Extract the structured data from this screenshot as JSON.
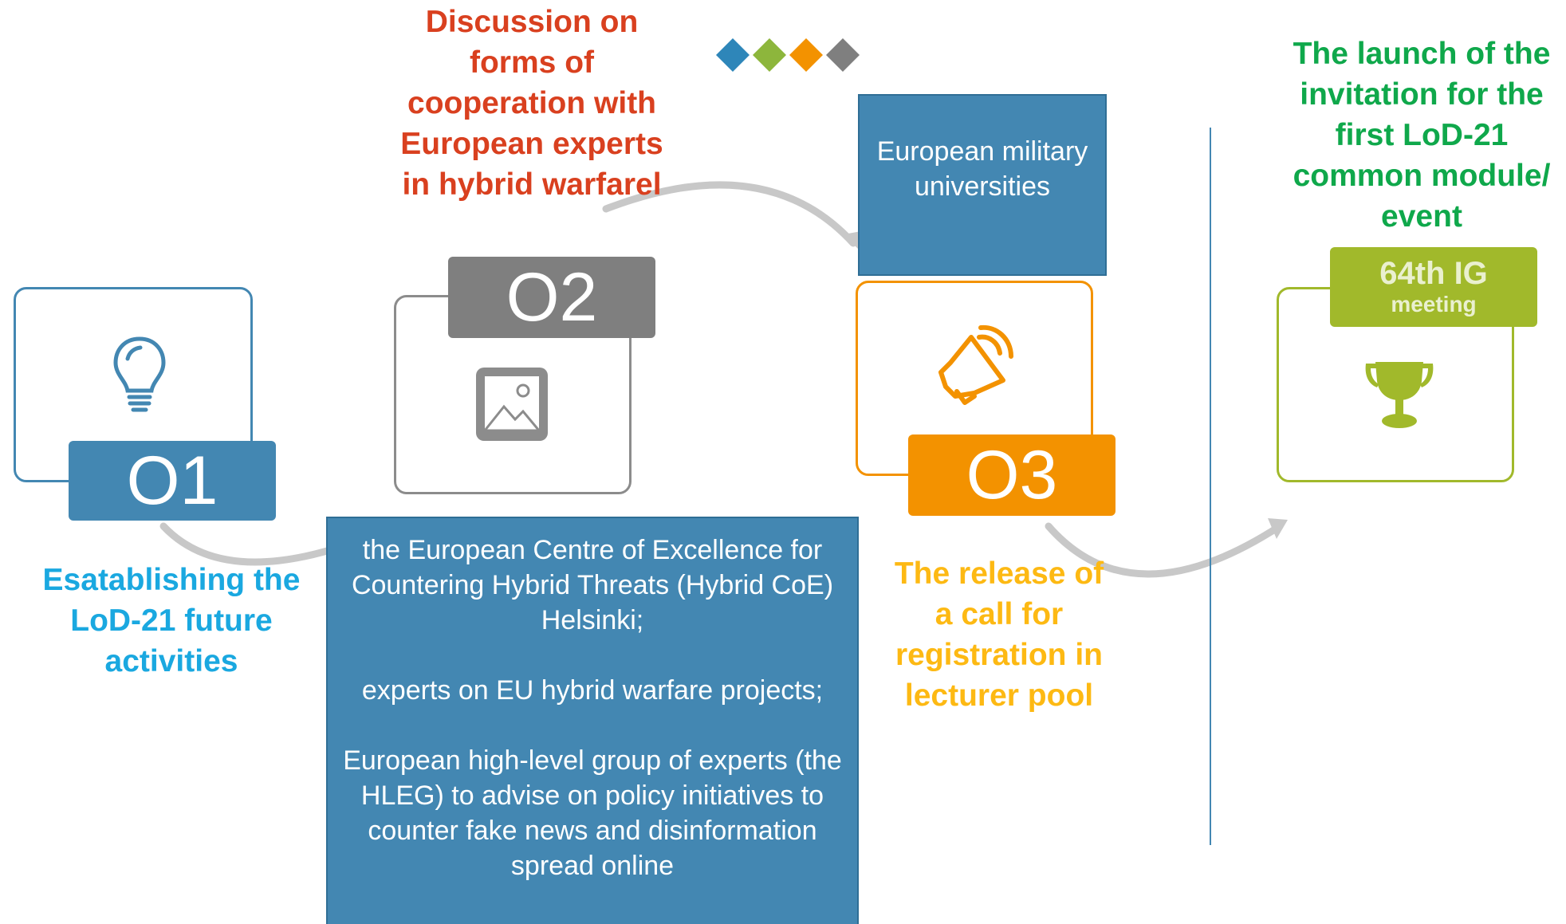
{
  "colors": {
    "blue": "#4387B2",
    "gray": "#7F7F7F",
    "orange": "#F39200",
    "green": "#A1B92B",
    "o1_caption": "#1AA8E0",
    "o2_caption": "#D9401F",
    "o3_caption": "#FDB913",
    "final_caption": "#0FA84B"
  },
  "decor_diamonds": [
    "#2E86B9",
    "#8DB63C",
    "#F39200",
    "#7F7F7F"
  ],
  "o1": {
    "tag": "O1",
    "icon": "lightbulb-icon",
    "caption": "Esatablishing the LoD-21 future activities"
  },
  "o2": {
    "tag": "O2",
    "icon": "image-icon",
    "caption": "Discussion on forms of cooperation with European experts in hybrid warfarel",
    "info": [
      "the European Centre of Excellence for Countering Hybrid Threats (Hybrid CoE) Helsinki;",
      "experts on EU hybrid warfare projects;",
      "European high-level group of experts (the HLEG) to advise on policy initiatives to counter fake news and disinformation spread online"
    ]
  },
  "o3": {
    "tag": "O3",
    "icon": "megaphone-icon",
    "caption": "The release of a call for registration in lecturer pool",
    "info": "European military universities"
  },
  "final": {
    "tag_line1": "64th IG",
    "tag_line2": "meeting",
    "icon": "trophy-icon",
    "caption": "The launch of the invitation for the first LoD-21 common module/ event"
  }
}
